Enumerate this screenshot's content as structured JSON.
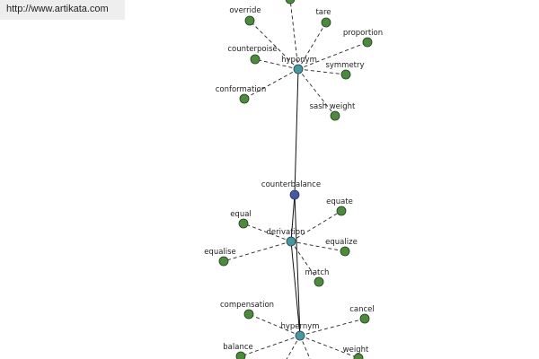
{
  "header": {
    "url": "http://www.artikata.com"
  },
  "colors": {
    "leaf_node": "#4e8a3e",
    "relation_node": "#4a96a0",
    "root_node": "#4a55a8"
  },
  "graph": {
    "root": {
      "id": "counterbalance",
      "label": "counterbalance"
    },
    "relations": [
      {
        "id": "hyponym",
        "label": "hyponym"
      },
      {
        "id": "derivation",
        "label": "derivation"
      },
      {
        "id": "hypernym",
        "label": "hypernym"
      }
    ],
    "terms": {
      "hyponym": [
        {
          "id": "override",
          "label": "override"
        },
        {
          "id": "tare",
          "label": "tare"
        },
        {
          "id": "proportion",
          "label": "proportion"
        },
        {
          "id": "counterpoise",
          "label": "counterpoise"
        },
        {
          "id": "symmetry",
          "label": "symmetry"
        },
        {
          "id": "conformation",
          "label": "conformation"
        },
        {
          "id": "sash-weight",
          "label": "sash weight"
        },
        {
          "id": "hyponym-top",
          "label": ""
        }
      ],
      "derivation": [
        {
          "id": "equal",
          "label": "equal"
        },
        {
          "id": "equate",
          "label": "equate"
        },
        {
          "id": "equalise",
          "label": "equalise"
        },
        {
          "id": "equalize",
          "label": "equalize"
        },
        {
          "id": "match",
          "label": "match"
        }
      ],
      "hypernym": [
        {
          "id": "compensation",
          "label": "compensation"
        },
        {
          "id": "cancel",
          "label": "cancel"
        },
        {
          "id": "balance",
          "label": "balance"
        },
        {
          "id": "weight",
          "label": "weight"
        }
      ]
    }
  }
}
